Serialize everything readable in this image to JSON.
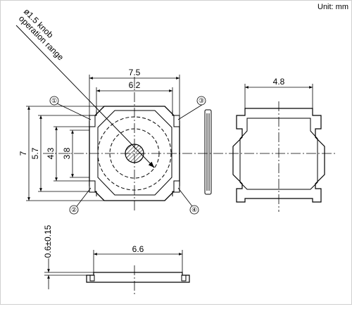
{
  "unit_label": "Unit: mm",
  "knob_note": {
    "line1": "ø1.5 knob",
    "line2": "operation range"
  },
  "top_view": {
    "width_outer": "7.5",
    "width_inner": "6.2",
    "height_outer": "7",
    "height_57": "5.7",
    "height_43": "4.3",
    "height_38": "3.8"
  },
  "side_view": {
    "width": "4.8"
  },
  "front_view": {
    "thickness": "0.6±0.15",
    "width": "6.6"
  },
  "terminals": [
    "①",
    "②",
    "③",
    "④"
  ]
}
